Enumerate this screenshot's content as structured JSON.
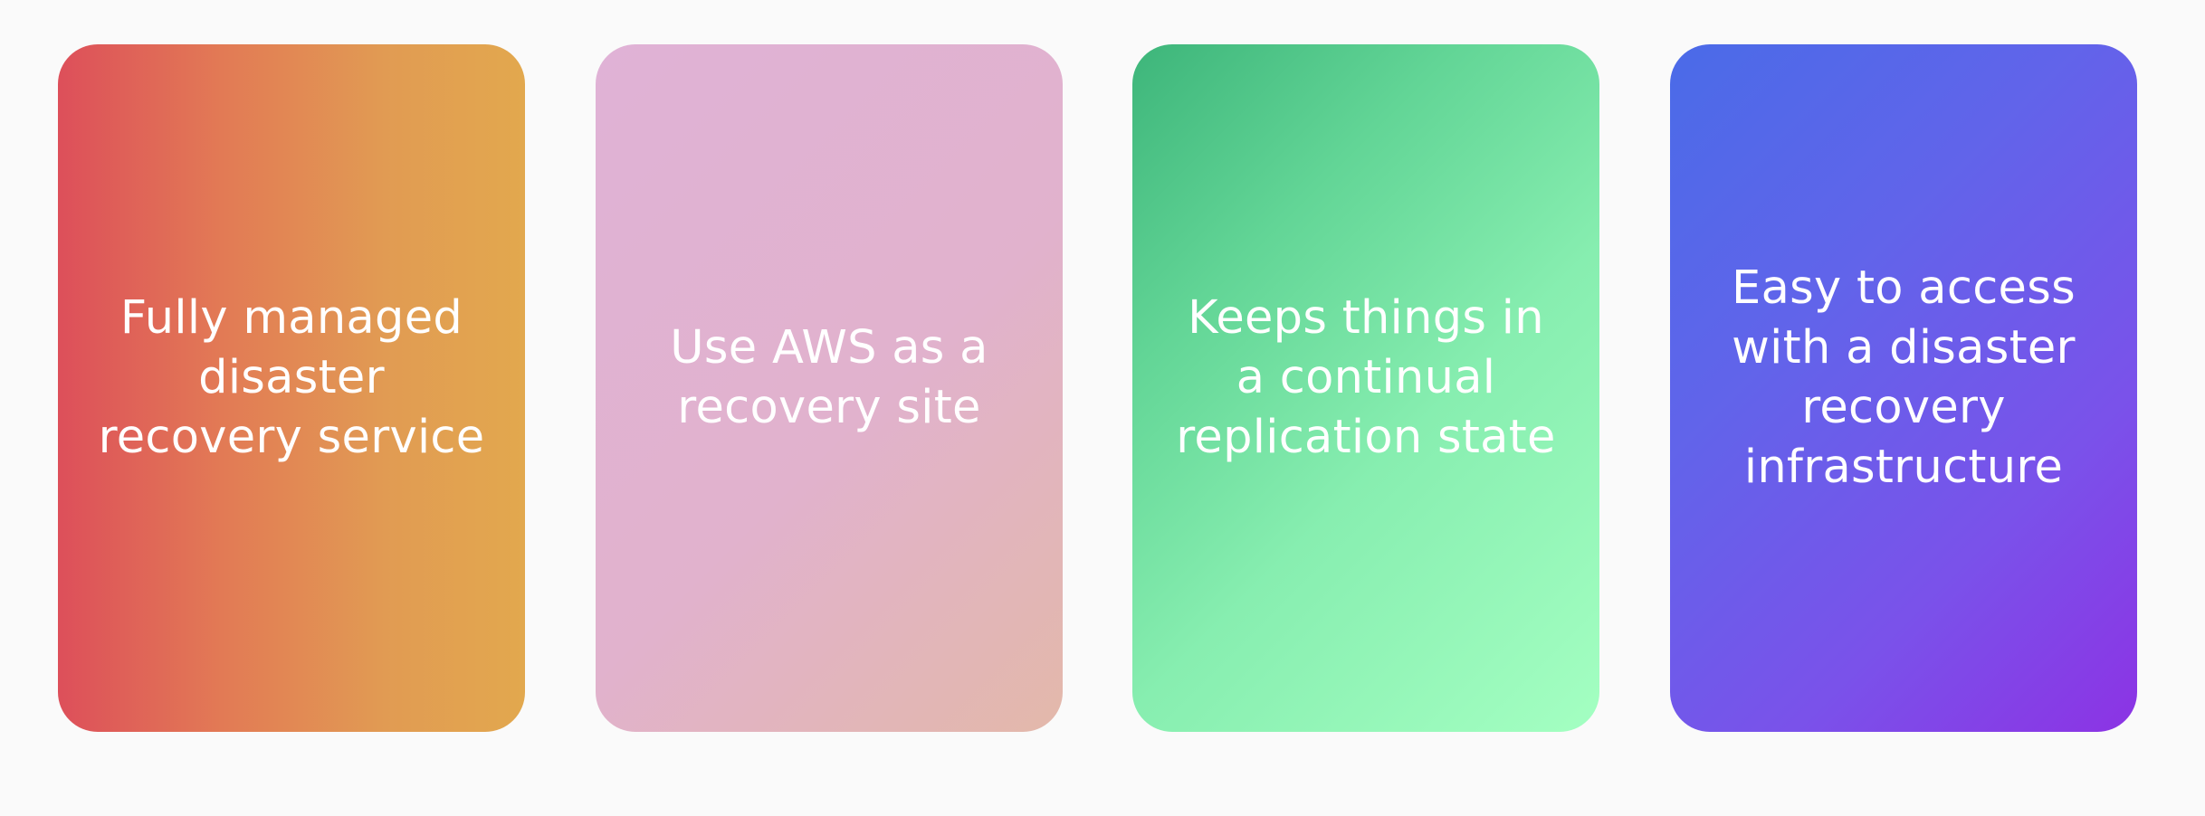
{
  "cards": [
    {
      "text": "Fully managed disaster recovery service"
    },
    {
      "text": "Use AWS as a recovery site"
    },
    {
      "text": "Keeps things in a continual replication state"
    },
    {
      "text": "Easy to access with a disaster recovery infrastructure"
    }
  ],
  "colors": {
    "card_1_gradient": [
      "#dd4f5a",
      "#e2a84e"
    ],
    "card_2_gradient": [
      "#e0b2d6",
      "#e3b8aa"
    ],
    "card_3_gradient": [
      "#3db57a",
      "#a4ffc2"
    ],
    "card_4_gradient": [
      "#4a6be8",
      "#8c33e4"
    ]
  }
}
